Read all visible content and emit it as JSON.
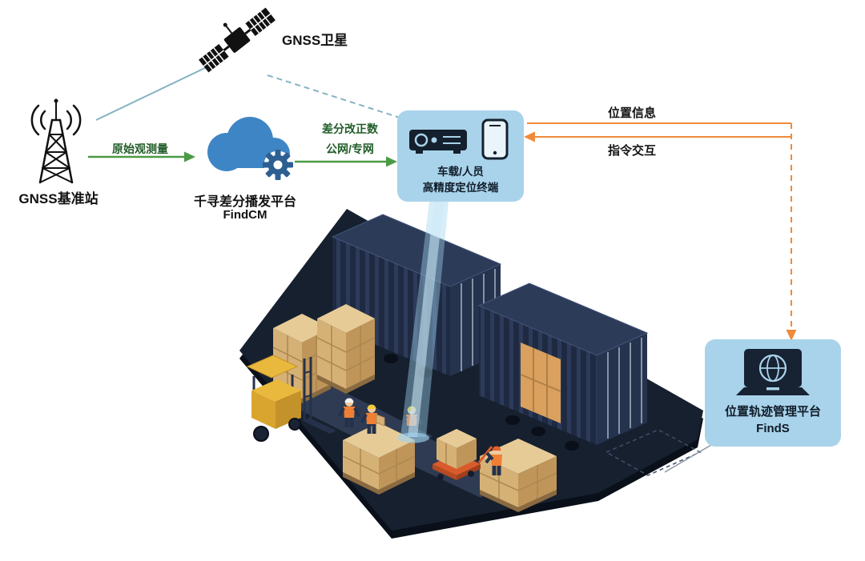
{
  "diagram": {
    "satellite": {
      "label": "GNSS卫星"
    },
    "base_station": {
      "label": "GNSS基准站"
    },
    "cloud_platform": {
      "title": "千寻差分播发平台",
      "subtitle": "FindCM"
    },
    "terminal": {
      "line1": "车载/人员",
      "line2": "高精度定位终端"
    },
    "management_platform": {
      "title": "位置轨迹管理平台",
      "subtitle": "FindS"
    },
    "edges": {
      "raw_observation": "原始观测量",
      "correction_line1": "差分改正数",
      "correction_line2": "公网/专网",
      "position_info": "位置信息",
      "command_interaction": "指令交互"
    }
  },
  "icons": {
    "satellite": "gnss-satellite-icon",
    "base_station": "antenna-tower-icon",
    "cloud": "cloud-gear-icon",
    "terminal_receiver": "gnss-receiver-icon",
    "terminal_phone": "smartphone-icon",
    "management": "laptop-globe-icon"
  },
  "colors": {
    "bubble_bg": "#A9D3EA",
    "cloud_blue": "#3E85C5",
    "gear_blue": "#2D5F93",
    "green_arrow": "#4C9A45",
    "green_text": "#215C28",
    "orange_arrow": "#F08A3A",
    "teal_line": "#86B3C3",
    "beam_blue": "#9FD3EE",
    "container_navy": "#1F2A42",
    "platform_dark": "#16202F",
    "box_tan": "#D6B176",
    "forklift_yellow": "#E9B93D"
  }
}
